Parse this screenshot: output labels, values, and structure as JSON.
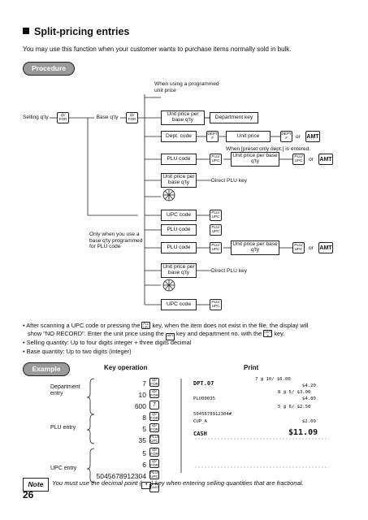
{
  "section": {
    "title": "Split-pricing entries",
    "intro": "You may use this function when your customer wants to purchase items normally sold in bulk."
  },
  "procedure": {
    "label": "Procedure",
    "selling_qty": "Selling q'ty",
    "base_qty": "Base q'ty",
    "when_using_programmed": "When using a programmed unit price",
    "unit_price_per_base": "Unit price per base q'ty",
    "department_key": "Department key",
    "dept_code": "Dept. code",
    "unit_price": "Unit price",
    "or": "or",
    "when_preset": "When [preset only dept.] is entered.",
    "plu_code": "PLU code",
    "direct_plu_key": "Direct PLU key",
    "upc_code": "UPC code",
    "only_when_plu": "Only when you use a base q'ty programmed for PLU code",
    "keys": {
      "for_top": "@/",
      "for_bottom": "FOR",
      "dept_top": "DEPT",
      "dept_bottom": "#",
      "plu_top": "PLU/",
      "plu_bottom": "UPC",
      "amt": "AMT"
    }
  },
  "bullets": [
    {
      "pre": "• After scanning a UPC code or pressing the",
      "post": "key, when the item does not exist in the file, the display will"
    },
    {
      "pre": "show \"NO RECORD\".  Enter the unit price using the",
      "mid": "key and department no. with the",
      "post": "key."
    },
    {
      "pre": "• Selling quantity: Up to four digits integer + three digits decimal"
    },
    {
      "pre": "• Base quantity:   Up to two digits (integer)"
    }
  ],
  "example": {
    "label": "Example",
    "key_operation_header": "Key operation",
    "print_header": "Print",
    "groups": [
      "Department entry",
      "PLU entry",
      "UPC entry"
    ],
    "numbers": [
      "7",
      "10",
      "600",
      "8",
      "5",
      "35",
      "5",
      "6",
      "5045678912304"
    ],
    "receipt": {
      "right_lines": [
        "7 @ 10/ $6.00",
        "$4.20",
        "8 @ 5/ $3.00",
        "$4.80",
        "5 @ 6/ $2.50"
      ],
      "dept": "DPT.07",
      "plu": "PLU00035",
      "upc": "5045678912304#",
      "cup": "CUP_A",
      "cup_amt": "$2.09",
      "cash_label": "CASH",
      "cash_amt": "$11.09"
    }
  },
  "note": {
    "label": "Note",
    "text_pre": "You must use the decimal point (",
    "text_post": ") key when entering selling quantities that are fractional."
  },
  "page_number": "26"
}
